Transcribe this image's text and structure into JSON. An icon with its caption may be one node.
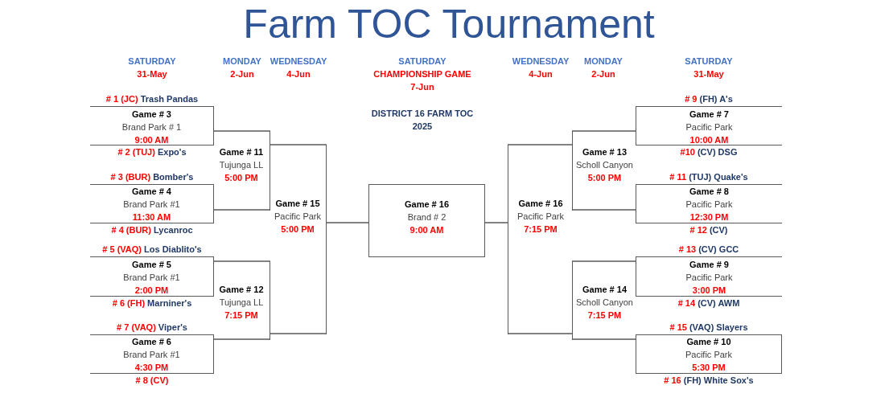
{
  "diagram": {
    "title": "Farm TOC Tournament",
    "nodes": [
      {
        "text": [
          "Game # 3",
          "Brand Park # 1",
          "9:00 AM"
        ],
        "beside": [
          "# 1 (JC) Trash Pandas",
          "# 2 (TUJ) Expo's"
        ]
      },
      {
        "text": [
          "Game # 4",
          "Brand Park #1",
          "11:30 AM"
        ],
        "beside": [
          "# 3 (BUR) Bomber's",
          "# 4 (BUR) Lycanroc"
        ]
      },
      {
        "text": [
          "Game # 5",
          "Brand Park #1",
          "2:00 PM"
        ],
        "beside": [
          "# 5 (VAQ) Los Diablito's",
          "# 6 (FH) Marniner's"
        ]
      },
      {
        "text": [
          "Game # 6",
          "Brand Park #1",
          "4:30 PM"
        ],
        "beside": [
          "# 7 (VAQ) Viper's",
          "# 8 (CV)"
        ]
      },
      {
        "text": [
          "Game # 11",
          "Tujunga LL",
          "5:00 PM"
        ]
      },
      {
        "text": [
          "Game # 12",
          "Tujunga LL",
          "7:15 PM"
        ]
      },
      {
        "text": [
          "Game # 15",
          "Pacific Park",
          "5:00 PM"
        ]
      },
      {
        "text": [
          "Game # 16",
          "Brand # 2",
          "9:00 AM"
        ]
      },
      {
        "text": [
          "Game # 16",
          "Pacific Park",
          "7:15 PM"
        ]
      },
      {
        "text": [
          "Game # 13",
          "Scholl Canyon",
          "5:00 PM"
        ]
      },
      {
        "text": [
          "Game # 14",
          "Scholl Canyon",
          "7:15 PM"
        ]
      },
      {
        "text": [
          "Game # 7",
          "Pacific Park",
          "10:00 AM"
        ],
        "beside": [
          "# 9 (FH) A's",
          "#10 (CV) DSG"
        ]
      },
      {
        "text": [
          "Game # 8",
          "Pacific Park",
          "12:30 PM"
        ],
        "beside": [
          "# 11 (TUJ) Quake's",
          "# 12 (CV)"
        ]
      },
      {
        "text": [
          "Game # 9",
          "Pacific Park",
          "3:00 PM"
        ],
        "beside": [
          "# 13 (CV) GCC",
          "# 14 (CV) AWM"
        ]
      },
      {
        "text": [
          "Game # 10",
          "Pacific Park",
          "5:30 PM"
        ],
        "beside": [
          "# 15 (VAQ) Slayers",
          "# 16 (FH) White Sox's"
        ]
      }
    ],
    "edges": [
      {
        "from": 0,
        "to": 4,
        "arrow": "none"
      },
      {
        "from": 1,
        "to": 4,
        "arrow": "none"
      },
      {
        "from": 2,
        "to": 5,
        "arrow": "none"
      },
      {
        "from": 3,
        "to": 5,
        "arrow": "none"
      },
      {
        "from": 4,
        "to": 6,
        "arrow": "none"
      },
      {
        "from": 5,
        "to": 6,
        "arrow": "none"
      },
      {
        "from": 6,
        "to": 7,
        "arrow": "none"
      },
      {
        "from": 8,
        "to": 7,
        "arrow": "none"
      },
      {
        "from": 9,
        "to": 8,
        "arrow": "none"
      },
      {
        "from": 10,
        "to": 8,
        "arrow": "none"
      },
      {
        "from": 11,
        "to": 9,
        "arrow": "none"
      },
      {
        "from": 12,
        "to": 9,
        "arrow": "none"
      },
      {
        "from": 13,
        "to": 10,
        "arrow": "none"
      },
      {
        "from": 14,
        "to": 10,
        "arrow": "none"
      }
    ],
    "labels": [
      "SATURDAY",
      "MONDAY",
      "WEDNESDAY",
      "SATURDAY",
      "WEDNESDAY",
      "MONDAY",
      "SATURDAY",
      "31-May",
      "2-Jun",
      "4-Jun",
      "CHAMPIONSHIP GAME",
      "4-Jun",
      "2-Jun",
      "31-May",
      "7-Jun",
      "DISTRICT 16 FARM TOC 2025"
    ]
  }
}
